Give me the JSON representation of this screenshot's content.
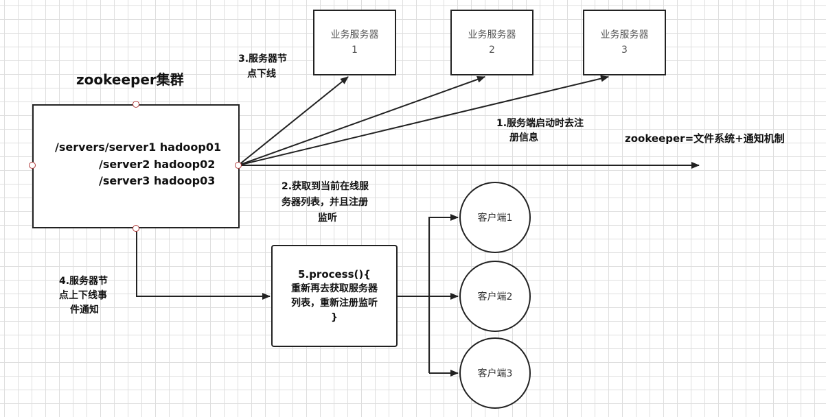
{
  "cluster": {
    "title": "zookeeper集群",
    "path1": "/servers/server1 hadoop01",
    "path2": "/server2 hadoop02",
    "path3": "/server3 hadoop03"
  },
  "servers": [
    {
      "line1": "业务服务器",
      "line2": "1"
    },
    {
      "line1": "业务服务器",
      "line2": "2"
    },
    {
      "line1": "业务服务器",
      "line2": "3"
    }
  ],
  "clients": [
    "客户端1",
    "客户端2",
    "客户端3"
  ],
  "steps": {
    "step1_l1": "1.服务端启动时去注",
    "step1_l2": "册信息",
    "step2_l1": "2.获取到当前在线服",
    "step2_l2": "务器列表，并且注册",
    "step2_l3": "监听",
    "step3_l1": "3.服务器节",
    "step3_l2": "点下线",
    "step4_l1": "4.服务器节",
    "step4_l2": "点上下线事",
    "step4_l3": "件通知"
  },
  "process": {
    "line1": "5.process(){",
    "line2": "重新再去获取服务器",
    "line3": "列表，重新注册监听",
    "line4": "}"
  },
  "formula": "zookeeper=文件系统+通知机制"
}
